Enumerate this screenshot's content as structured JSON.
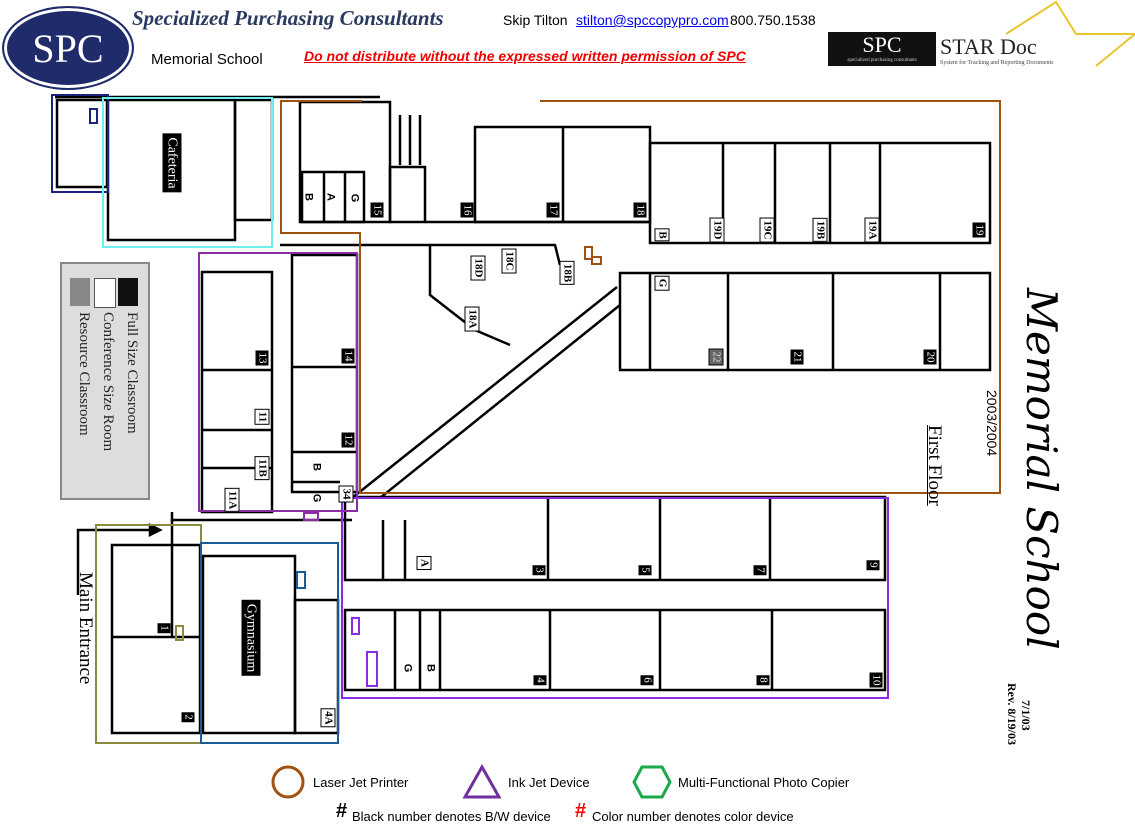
{
  "header": {
    "logo_text": "SPC",
    "company": "Specialized Purchasing Consultants",
    "contact_name": "Skip Tilton",
    "email": "stilton@spccopypro.com",
    "phone": "800.750.1538",
    "school": "Memorial School",
    "warning": "Do not distribute without the expressed written permission of SPC",
    "star_logo": {
      "left": "SPC",
      "left_sub": "specialized purchasing consultants",
      "right": "STAR Doc",
      "right_sub": "System for Tracking and Reporting Documents"
    }
  },
  "plan": {
    "title": "Memorial School",
    "year": "2003/2004",
    "floor": "First Floor",
    "date": "7/1/03",
    "revision": "Rev. 8/19/03",
    "main_entrance": "Main Entrance"
  },
  "room_legend": {
    "items": [
      "Full Size Classroom",
      "Conference Size Room",
      "Resource Classroom"
    ]
  },
  "rooms": [
    "Cafeteria",
    "B",
    "A",
    "G",
    "15",
    "16",
    "17",
    "18",
    "B",
    "19D",
    "19C",
    "19B",
    "19A",
    "19",
    "G",
    "22",
    "21",
    "20",
    "18D",
    "18C",
    "18B",
    "18A",
    "13",
    "14",
    "11",
    "12",
    "11B",
    "11A",
    "B",
    "G",
    "34",
    "A",
    "3",
    "5",
    "7",
    "9",
    "4",
    "6",
    "8",
    "10",
    "G",
    "B",
    "1",
    "2",
    "4A",
    "Gymnasium"
  ],
  "device_legend": {
    "laser": "Laser Jet Printer",
    "inkjet": "Ink Jet Device",
    "mfp": "Multi-Functional Photo Copier",
    "hash": "#",
    "bw_note": "Black number denotes B/W device",
    "color_note": "Color number denotes color device",
    "colors": {
      "laser": "#a0520f",
      "inkjet": "#7030a0",
      "mfp": "#1aa84a",
      "color_hash": "#ff0000"
    }
  }
}
